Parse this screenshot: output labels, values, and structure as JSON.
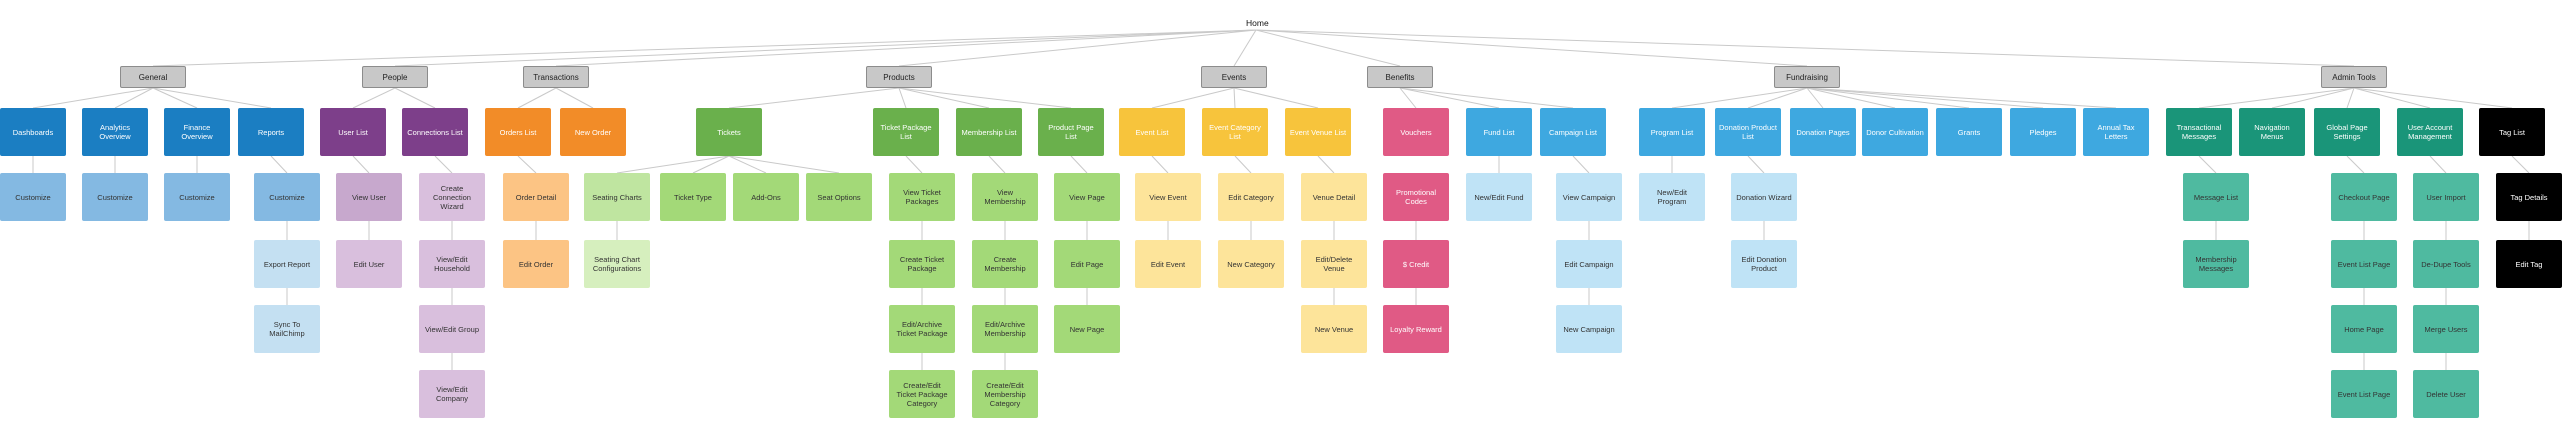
{
  "home": "Home",
  "colors": {
    "general_top": "#1b7ec2",
    "general_sub": "#84b9e2",
    "people_top": "#7d3f8a",
    "people_sub1": "#c7a8cd",
    "people_sub2": "#d9bfdd",
    "people_light": "#c4e0f2",
    "trans_top": "#f28c28",
    "trans_sub": "#fcc484",
    "seating": "#bfe5a0",
    "seating_light": "#d6efbe",
    "prod_top": "#6ab04c",
    "prod_sub": "#a3d978",
    "events_top": "#f7c43c",
    "events_sub": "#fde49a",
    "benefits": "#e05a85",
    "fund_top": "#3ea8e0",
    "fund_sub": "#bfe3f6",
    "admin_top": "#1a9579",
    "admin_sub": "#4fbaa0",
    "black": "#000000",
    "category": "#c8c8c8"
  },
  "categories": [
    {
      "id": "general",
      "label": "General"
    },
    {
      "id": "people",
      "label": "People"
    },
    {
      "id": "transactions",
      "label": "Transactions"
    },
    {
      "id": "products",
      "label": "Products"
    },
    {
      "id": "events",
      "label": "Events"
    },
    {
      "id": "benefits",
      "label": "Benefits"
    },
    {
      "id": "fundraising",
      "label": "Fundraising"
    },
    {
      "id": "admin",
      "label": "Admin Tools"
    }
  ],
  "nodes": [
    {
      "id": "dashboards",
      "label": "Dashboards",
      "c": "general_top"
    },
    {
      "id": "analytics",
      "label": "Analytics Overview",
      "c": "general_top"
    },
    {
      "id": "finance",
      "label": "Finance Overview",
      "c": "general_top"
    },
    {
      "id": "reports",
      "label": "Reports",
      "c": "general_top"
    },
    {
      "id": "cust1",
      "label": "Customize",
      "c": "general_sub"
    },
    {
      "id": "cust2",
      "label": "Customize",
      "c": "general_sub"
    },
    {
      "id": "cust3",
      "label": "Customize",
      "c": "general_sub"
    },
    {
      "id": "cust4",
      "label": "Customize",
      "c": "general_sub"
    },
    {
      "id": "export",
      "label": "Export Report",
      "c": "people_light"
    },
    {
      "id": "sync",
      "label": "Sync To MailChimp",
      "c": "people_light"
    },
    {
      "id": "userlist",
      "label": "User List",
      "c": "people_top"
    },
    {
      "id": "connlist",
      "label": "Connections List",
      "c": "people_top"
    },
    {
      "id": "viewuser",
      "label": "View User",
      "c": "people_sub1"
    },
    {
      "id": "edituser",
      "label": "Edit User",
      "c": "people_sub2"
    },
    {
      "id": "createconn",
      "label": "Create Connection Wizard",
      "c": "people_sub2"
    },
    {
      "id": "household",
      "label": "View/Edit Household",
      "c": "people_sub2"
    },
    {
      "id": "group",
      "label": "View/Edit Group",
      "c": "people_sub2"
    },
    {
      "id": "company",
      "label": "View/Edit Company",
      "c": "people_sub2"
    },
    {
      "id": "orders",
      "label": "Orders List",
      "c": "trans_top"
    },
    {
      "id": "neworder",
      "label": "New Order",
      "c": "trans_top"
    },
    {
      "id": "orderdetail",
      "label": "Order Detail",
      "c": "trans_sub"
    },
    {
      "id": "editorder",
      "label": "Edit Order",
      "c": "trans_sub"
    },
    {
      "id": "seatcharts",
      "label": "Seating Charts",
      "c": "seating"
    },
    {
      "id": "seatconfig",
      "label": "Seating Chart Configurations",
      "c": "seating_light"
    },
    {
      "id": "tickets",
      "label": "Tickets",
      "c": "prod_top"
    },
    {
      "id": "tickettype",
      "label": "Ticket Type",
      "c": "prod_sub"
    },
    {
      "id": "addons",
      "label": "Add-Ons",
      "c": "prod_sub"
    },
    {
      "id": "seatoptions",
      "label": "Seat Options",
      "c": "prod_sub"
    },
    {
      "id": "tpkglist",
      "label": "Ticket Package List",
      "c": "prod_top"
    },
    {
      "id": "memlist",
      "label": "Membership List",
      "c": "prod_top"
    },
    {
      "id": "pplist",
      "label": "Product Page List",
      "c": "prod_top"
    },
    {
      "id": "viewtpkg",
      "label": "View Ticket Packages",
      "c": "prod_sub"
    },
    {
      "id": "createtpkg",
      "label": "Create Ticket Package",
      "c": "prod_sub"
    },
    {
      "id": "editarchtpkg",
      "label": "Edit/Archive Ticket Package",
      "c": "prod_sub"
    },
    {
      "id": "tpkgcat",
      "label": "Create/Edit Ticket Package Category",
      "c": "prod_sub"
    },
    {
      "id": "viewmem",
      "label": "View Membership",
      "c": "prod_sub"
    },
    {
      "id": "createmem",
      "label": "Create Membership",
      "c": "prod_sub"
    },
    {
      "id": "editarchmem",
      "label": "Edit/Archive Membership",
      "c": "prod_sub"
    },
    {
      "id": "memcat",
      "label": "Create/Edit Membership Category",
      "c": "prod_sub"
    },
    {
      "id": "viewpage",
      "label": "View Page",
      "c": "prod_sub"
    },
    {
      "id": "editpage",
      "label": "Edit Page",
      "c": "prod_sub"
    },
    {
      "id": "newpage",
      "label": "New Page",
      "c": "prod_sub"
    },
    {
      "id": "eventlist",
      "label": "Event List",
      "c": "events_top"
    },
    {
      "id": "evcatlist",
      "label": "Event Category List",
      "c": "events_top"
    },
    {
      "id": "evvenuelist",
      "label": "Event Venue List",
      "c": "events_top"
    },
    {
      "id": "viewevent",
      "label": "View Event",
      "c": "events_sub"
    },
    {
      "id": "editevent",
      "label": "Edit Event",
      "c": "events_sub"
    },
    {
      "id": "editcat",
      "label": "Edit Category",
      "c": "events_sub"
    },
    {
      "id": "newcat",
      "label": "New Category",
      "c": "events_sub"
    },
    {
      "id": "venuedetail",
      "label": "Venue Detail",
      "c": "events_sub"
    },
    {
      "id": "editdelvenue",
      "label": "Edit/Delete Venue",
      "c": "events_sub"
    },
    {
      "id": "newvenue",
      "label": "New Venue",
      "c": "events_sub"
    },
    {
      "id": "vouchers",
      "label": "Vouchers",
      "c": "benefits"
    },
    {
      "id": "promo",
      "label": "Promotional Codes",
      "c": "benefits"
    },
    {
      "id": "credit",
      "label": "$ Credit",
      "c": "benefits"
    },
    {
      "id": "loyalty",
      "label": "Loyalty Reward",
      "c": "benefits"
    },
    {
      "id": "fundlist",
      "label": "Fund List",
      "c": "fund_top"
    },
    {
      "id": "camplist",
      "label": "Campaign List",
      "c": "fund_top"
    },
    {
      "id": "proglist",
      "label": "Program List",
      "c": "fund_top"
    },
    {
      "id": "donprodlist",
      "label": "Donation Product List",
      "c": "fund_top"
    },
    {
      "id": "donpages",
      "label": "Donation Pages",
      "c": "fund_top"
    },
    {
      "id": "donorcult",
      "label": "Donor Cultivation",
      "c": "fund_top"
    },
    {
      "id": "grants",
      "label": "Grants",
      "c": "fund_top"
    },
    {
      "id": "pledges",
      "label": "Pledges",
      "c": "fund_top"
    },
    {
      "id": "taxletters",
      "label": "Annual Tax Letters",
      "c": "fund_top"
    },
    {
      "id": "neweditfund",
      "label": "New/Edit Fund",
      "c": "fund_sub"
    },
    {
      "id": "viewcamp",
      "label": "View Campaign",
      "c": "fund_sub"
    },
    {
      "id": "editcamp",
      "label": "Edit Campaign",
      "c": "fund_sub"
    },
    {
      "id": "newcamp",
      "label": "New Campaign",
      "c": "fund_sub"
    },
    {
      "id": "neweditprog",
      "label": "New/Edit Program",
      "c": "fund_sub"
    },
    {
      "id": "donwizard",
      "label": "Donation Wizard",
      "c": "fund_sub"
    },
    {
      "id": "editdonprod",
      "label": "Edit Donation Product",
      "c": "fund_sub"
    },
    {
      "id": "transmsg",
      "label": "Transactional Messages",
      "c": "admin_top"
    },
    {
      "id": "navmenus",
      "label": "Navigation Menus",
      "c": "admin_top"
    },
    {
      "id": "globalpage",
      "label": "Global Page Settings",
      "c": "admin_top"
    },
    {
      "id": "useracct",
      "label": "User Account Management",
      "c": "admin_top"
    },
    {
      "id": "taglist",
      "label": "Tag List",
      "c": "black"
    },
    {
      "id": "msglist",
      "label": "Message List",
      "c": "admin_sub"
    },
    {
      "id": "memmsg",
      "label": "Membership Messages",
      "c": "admin_sub"
    },
    {
      "id": "checkout",
      "label": "Checkout Page",
      "c": "admin_sub"
    },
    {
      "id": "evlistpage",
      "label": "Event List Page",
      "c": "admin_sub"
    },
    {
      "id": "homepage",
      "label": "Home Page",
      "c": "admin_sub"
    },
    {
      "id": "evlistpage2",
      "label": "Event List Page",
      "c": "admin_sub"
    },
    {
      "id": "userimport",
      "label": "User Import",
      "c": "admin_sub"
    },
    {
      "id": "dedupe",
      "label": "De-Dupe Tools",
      "c": "admin_sub"
    },
    {
      "id": "mergeusers",
      "label": "Merge Users",
      "c": "admin_sub"
    },
    {
      "id": "deleteuser",
      "label": "Delete User",
      "c": "admin_sub"
    },
    {
      "id": "tagdetails",
      "label": "Tag Details",
      "c": "black"
    },
    {
      "id": "edittag",
      "label": "Edit Tag",
      "c": "black"
    }
  ]
}
